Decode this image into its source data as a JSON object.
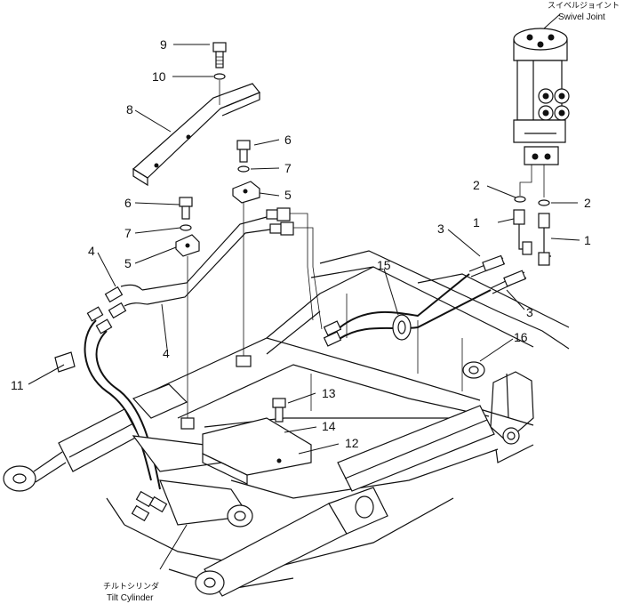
{
  "labels": {
    "swivel_joint_ja": "スイベルジョイント",
    "swivel_joint_en": "Swivel Joint",
    "tilt_cylinder_ja": "チルトシリンダ",
    "tilt_cylinder_en": "Tilt Cylinder"
  },
  "callouts": {
    "n1": "1",
    "n2": "2",
    "n3": "3",
    "n4": "4",
    "n5": "5",
    "n6": "6",
    "n7": "7",
    "n8": "8",
    "n9": "9",
    "n10": "10",
    "n11": "11",
    "n12": "12",
    "n13": "13",
    "n14": "14",
    "n15": "15",
    "n16": "16"
  }
}
